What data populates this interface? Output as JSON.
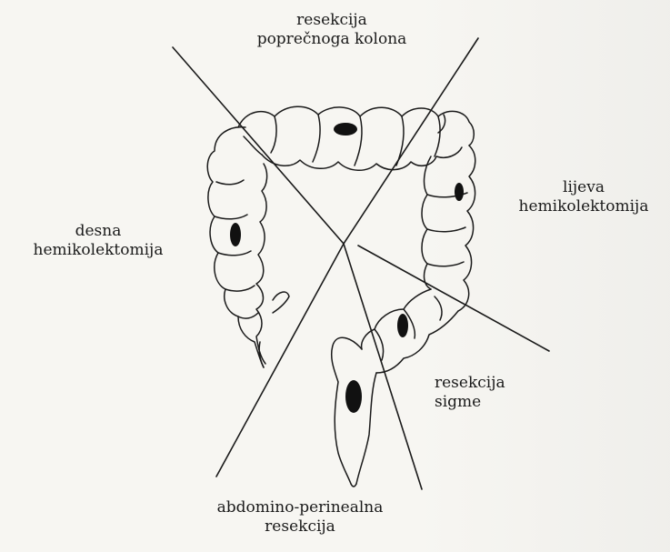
{
  "labels": {
    "transverse": {
      "line1": "resekcija",
      "line2": "poprečnoga kolona"
    },
    "right_hemicolectomy": {
      "line1": "desna",
      "line2": "hemikolektomija"
    },
    "left_hemicolectomy": {
      "line1": "lijeva",
      "line2": "hemikolektomija"
    },
    "sigmoid": {
      "line1": "resekcija",
      "line2": "sigme"
    },
    "abdominoperineal": {
      "line1": "abdomino-perinealna",
      "line2": "resekcija"
    }
  },
  "colors": {
    "ink": "#1a1a1a",
    "paper": "#f7f6f2"
  }
}
